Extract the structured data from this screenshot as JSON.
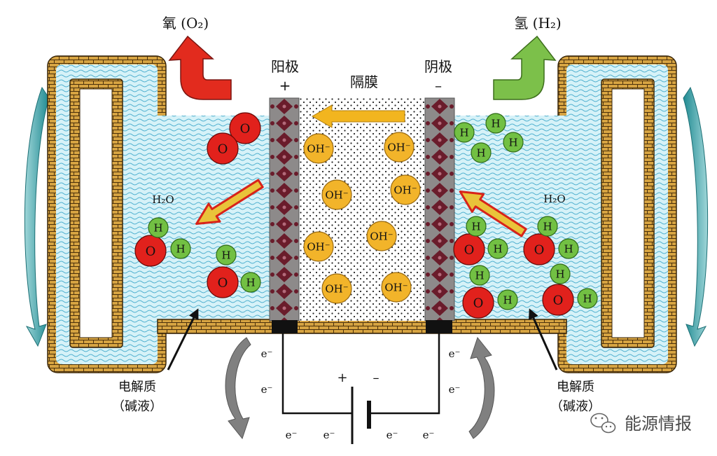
{
  "labels": {
    "oxygen_output": "氧 (O₂)",
    "hydrogen_output": "氢 (H₂)",
    "anode": "阳极",
    "anode_sign": "+",
    "membrane": "隔膜",
    "cathode": "阴极",
    "cathode_sign": "–",
    "battery_positive": "+",
    "battery_negative": "–",
    "electrolyte_left": "电解质",
    "electrolyte_left_note": "（碱液）",
    "electrolyte_right": "电解质",
    "electrolyte_right_note": "（碱液）",
    "watermark": "能源情报"
  },
  "species": {
    "oxygen_atom": "O",
    "hydrogen_atom": "H",
    "hydroxide_ion": "OH⁻",
    "water_left": "H₂O",
    "water_right": "H₂O",
    "electron": "e⁻"
  },
  "icons": {
    "watermark_logo": "wechat-icon",
    "electron_flow_left": "curved-arrow-down-icon",
    "electron_flow_right": "curved-arrow-up-icon"
  },
  "colors": {
    "oxygen": "#e1211c",
    "oxygen_stroke": "#6a0a08",
    "hydrogen": "#72c043",
    "hydrogen_stroke": "#2f6a17",
    "hydroxide": "#f2b42a",
    "hydroxide_stroke": "#9a6a10",
    "water": "#d6f2f8",
    "brick": "#d7a442",
    "oxygen_arrow": "#e22b1e",
    "hydrogen_arrow": "#7cc04a",
    "ion_arrow": "#f2b51f",
    "electrode": "#8d8a8a",
    "circulation_arrow": "#2e9aa0",
    "electron_arrow": "#808080"
  }
}
